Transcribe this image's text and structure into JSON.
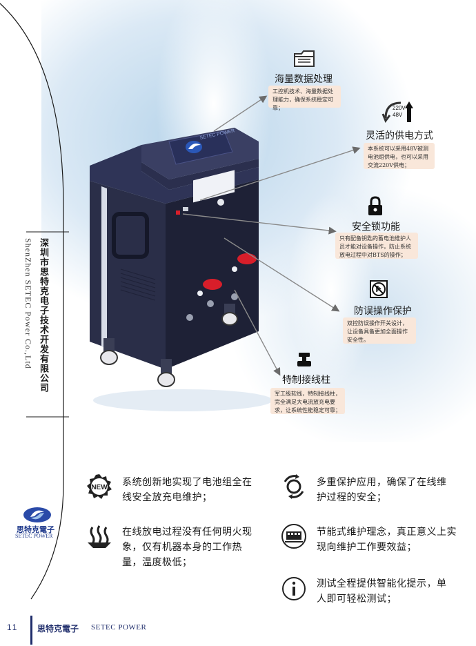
{
  "sidebar": {
    "company_cn": "深圳市思特克电子技术开发有限公司",
    "company_en": "ShenZhen SETEC Power Co.,Ltd",
    "logo_name": "思特克電子",
    "logo_en": "SETEC POWER"
  },
  "machine": {
    "brand": "SETEC POWER"
  },
  "callouts": [
    {
      "title": "海量数据处理",
      "text": "工控机技术、海量数据处理能力，确保系统稳定可靠；",
      "icon": "folder-icon"
    },
    {
      "title": "灵活的供电方式",
      "text": "本系统可以采用48V被测电池组供电，也可以采用交流220V供电；",
      "icon": "power-switch-icon",
      "icon_labels": [
        "220V",
        "48V"
      ]
    },
    {
      "title": "安全锁功能",
      "text": "只有配备钥匙的蓄电池维护人员才能对设备操作，防止系统放电过程中对BTS的操作；",
      "icon": "lock-icon"
    },
    {
      "title": "防误操作保护",
      "text": "双控防误操作开关设计，让设备具备更加全面操作安全性。",
      "icon": "no-touch-icon"
    },
    {
      "title": "特制接线柱",
      "text": "军工级软线，特制接线柱，完全满足大电流放充电要求，让系统性能稳定可靠；",
      "icon": "terminal-post-icon"
    }
  ],
  "features": [
    {
      "text": "系统创新地实现了电池组全在线安全放充电维护；",
      "icon": "new-badge-icon",
      "badge": "NEW"
    },
    {
      "text": "多重保护应用，确保了在线维护过程的安全；",
      "icon": "protection-cycle-icon"
    },
    {
      "text": "在线放电过程没有任何明火现象，仅有机器本身的工作热量，温度极低；",
      "icon": "heat-icon"
    },
    {
      "text": "节能式维护理念，真正意义上实现向维护工作要效益；",
      "icon": "energy-saving-icon"
    },
    {
      "text": "测试全程提供智能化提示，单人即可轻松测试；",
      "icon": "info-icon"
    }
  ],
  "footer": {
    "page": "11",
    "name": "思特克電子",
    "en": "SETEC POWER"
  },
  "colors": {
    "brand": "#1f2d6b",
    "callout_bg": "#f9e7da",
    "sky": "#b7d4ea",
    "handle_red": "#d81e2a"
  }
}
